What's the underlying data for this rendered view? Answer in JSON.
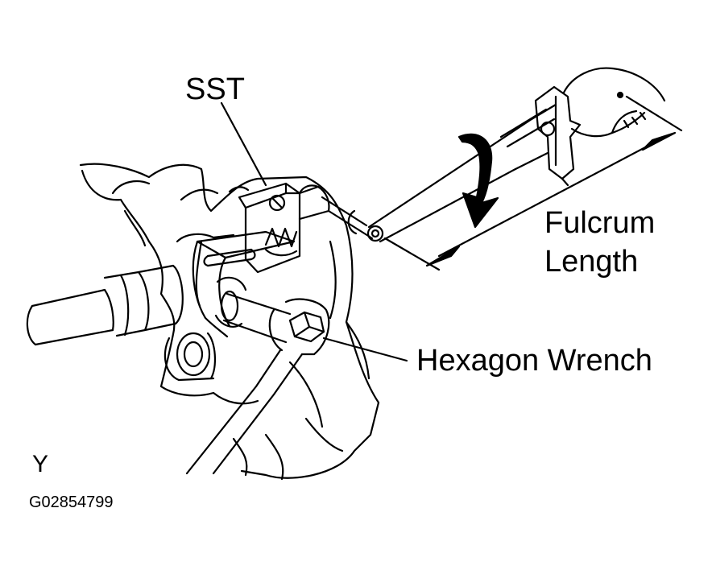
{
  "labels": {
    "sst": "SST",
    "fulcrum_line1": "Fulcrum",
    "fulcrum_line2": "Length",
    "hexagon_wrench": "Hexagon Wrench",
    "corner_mark": "Y",
    "figure_code": "G02854799"
  },
  "colors": {
    "ink": "#000000",
    "paper": "#ffffff"
  }
}
